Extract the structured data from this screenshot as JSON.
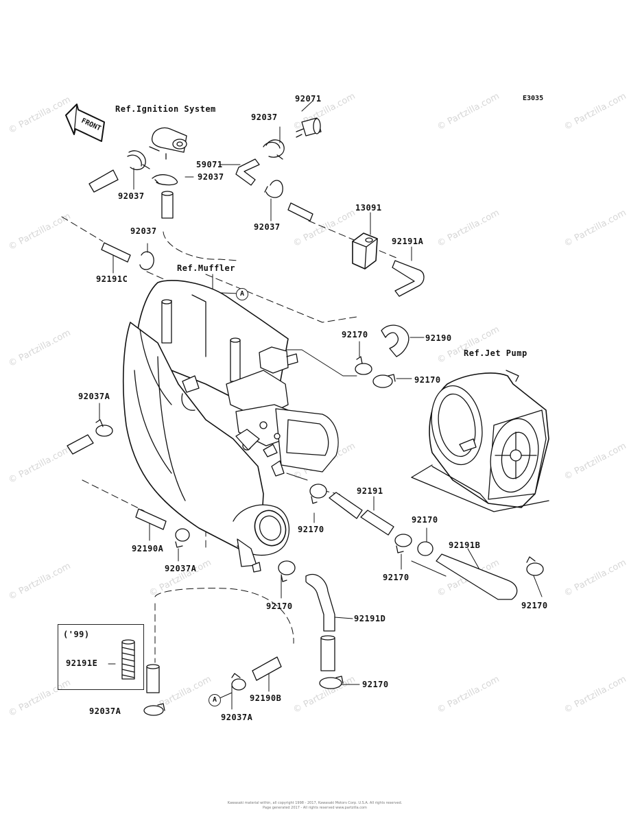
{
  "diagram_code": "E3035",
  "front_label": "FRONT",
  "watermark": "© Partzilla.com",
  "refs": {
    "ignition": "Ref.Ignition System",
    "muffler": "Ref.Muffler",
    "jet_pump": "Ref.Jet Pump"
  },
  "callout": "A",
  "inset_year": "('99)",
  "parts": {
    "p92071": "92071",
    "p92037_top": "92037",
    "p59071": "59071",
    "p92037_mid": "92037",
    "p92037_left": "92037",
    "p92037_right": "92037",
    "p92037_low": "92037",
    "p13091": "13091",
    "p92191A": "92191A",
    "p92191C": "92191C",
    "p92170_a": "92170",
    "p92190": "92190",
    "p92170_b": "92170",
    "p92037A_a": "92037A",
    "p92191": "92191",
    "p92170_c": "92170",
    "p92170_d": "92170",
    "p92191B": "92191B",
    "p92170_e": "92170",
    "p92190A": "92190A",
    "p92037A_b": "92037A",
    "p92170_f": "92170",
    "p92170_g": "92170",
    "p92191D": "92191D",
    "p92170_h": "92170",
    "p92191E": "92191E",
    "p92037A_c": "92037A",
    "p92190B": "92190B",
    "p92037A_d": "92037A"
  },
  "copyright": [
    "Kawasaki material within, all copyright 1998 - 2017, Kawasaki Motors Corp. U.S.A. All rights reserved.",
    "Page generated 2017 - All rights reserved www.partzilla.com"
  ]
}
